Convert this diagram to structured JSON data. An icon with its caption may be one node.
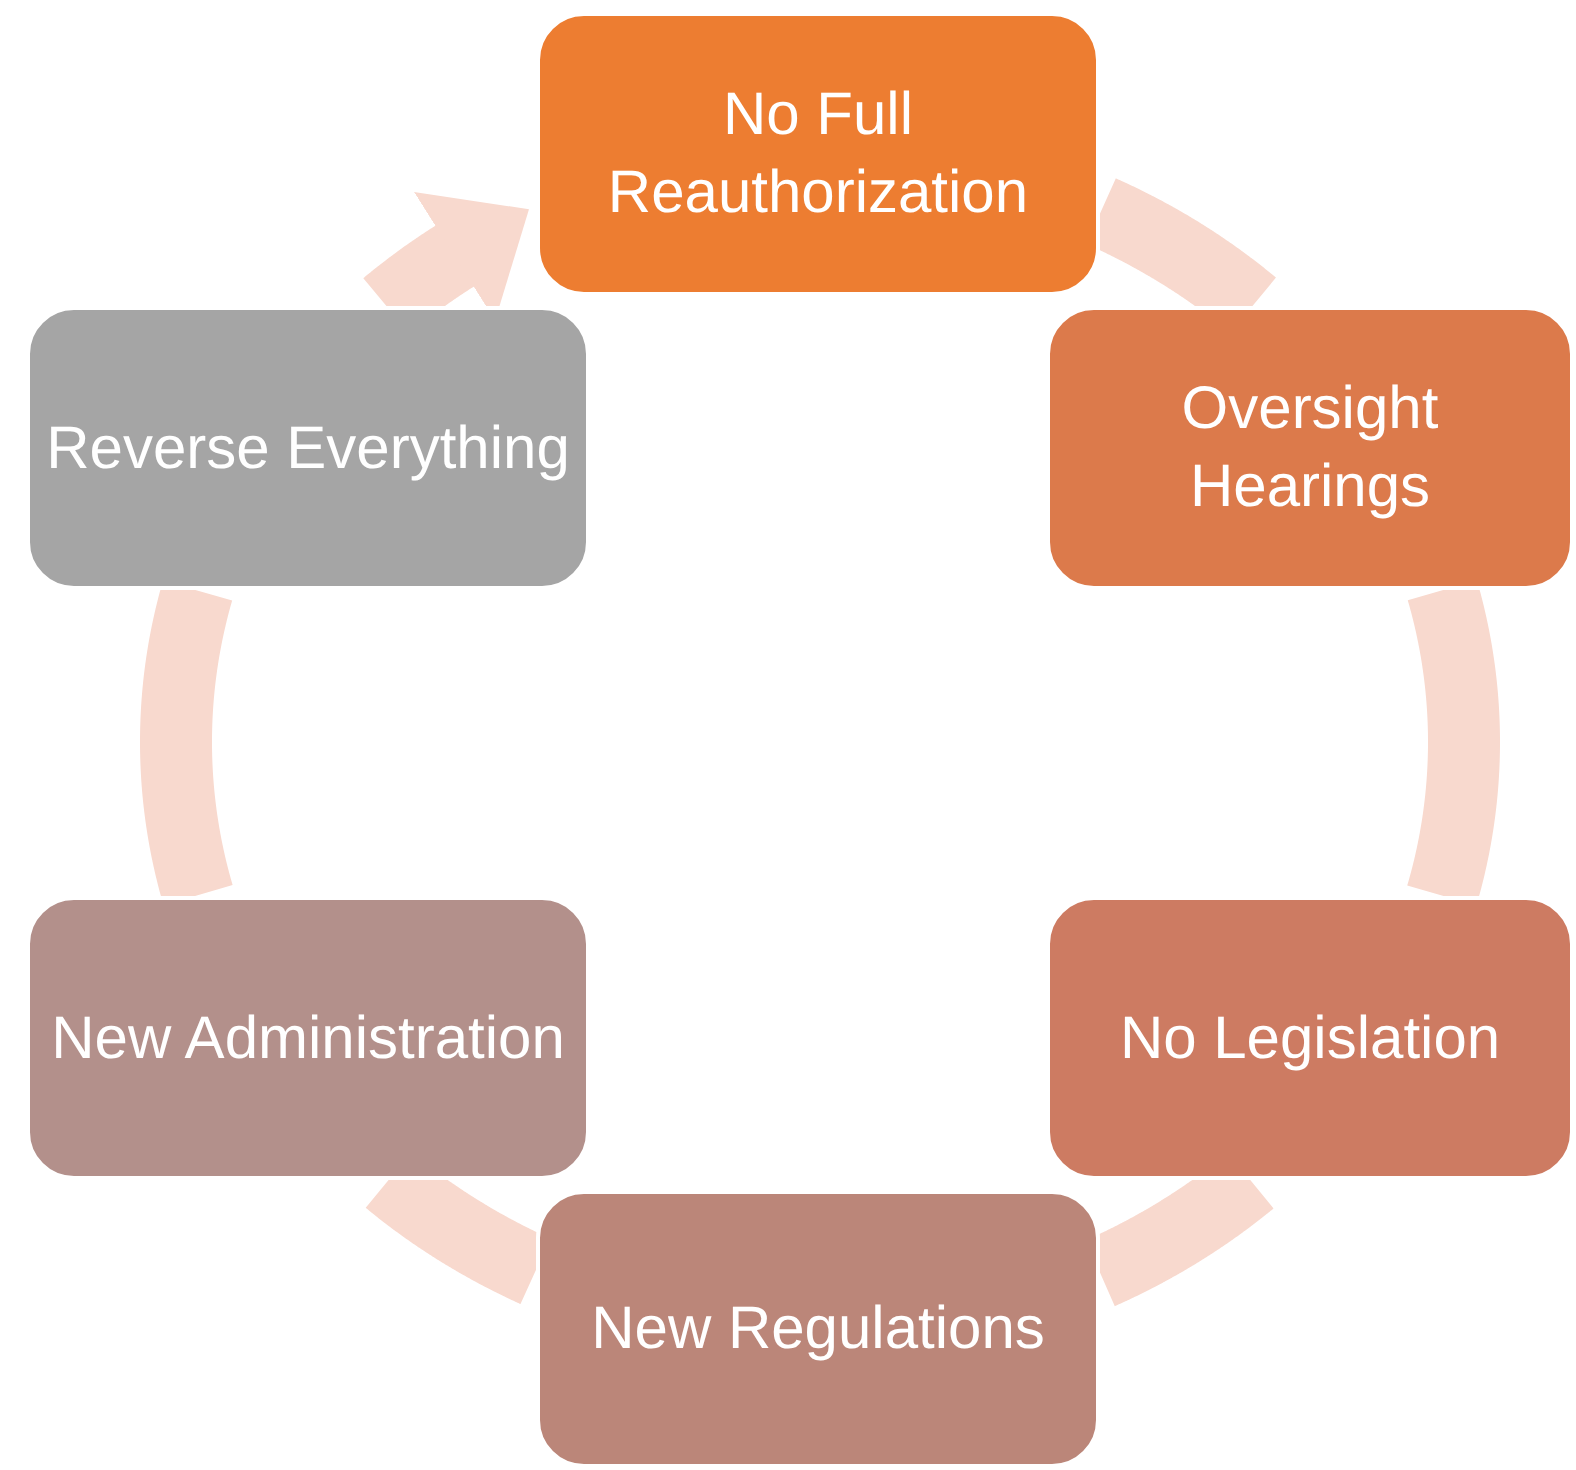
{
  "diagram": {
    "nodes": [
      {
        "text": [
          "No Full Reauthorization"
        ]
      },
      {
        "text": [
          "Oversight Hearings"
        ]
      },
      {
        "text": [
          "No Legislation"
        ]
      },
      {
        "text": [
          "New Regulations"
        ]
      },
      {
        "text": [
          "New Administration"
        ]
      },
      {
        "text": [
          "Reverse Everything"
        ]
      }
    ],
    "edges": [
      {
        "from": 0,
        "to": 1,
        "arrow": "none"
      },
      {
        "from": 1,
        "to": 2,
        "arrow": "none"
      },
      {
        "from": 2,
        "to": 3,
        "arrow": "none"
      },
      {
        "from": 3,
        "to": 4,
        "arrow": "none"
      },
      {
        "from": 4,
        "to": 5,
        "arrow": "none"
      },
      {
        "from": 5,
        "to": 0,
        "arrow": "to"
      }
    ]
  }
}
